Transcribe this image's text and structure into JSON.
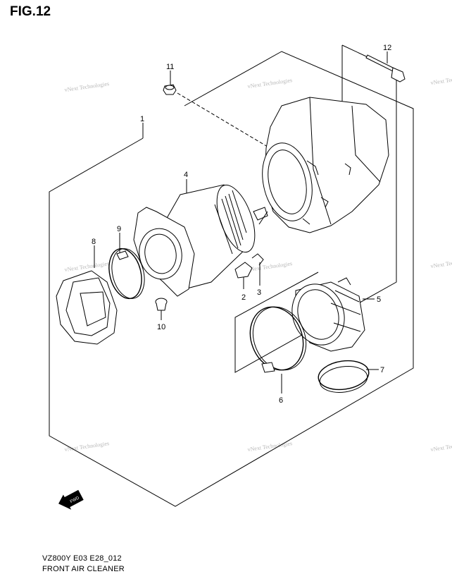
{
  "figure": {
    "title": "FIG.12"
  },
  "footer": {
    "model_code": "VZ800Y E03 E28_012",
    "diagram_name": "FRONT AIR CLEANER"
  },
  "watermark": {
    "text": "vNext Technologies"
  },
  "fwd_label": "FWD",
  "callouts": [
    "1",
    "2",
    "3",
    "4",
    "5",
    "6",
    "7",
    "8",
    "9",
    "10",
    "11",
    "12"
  ]
}
